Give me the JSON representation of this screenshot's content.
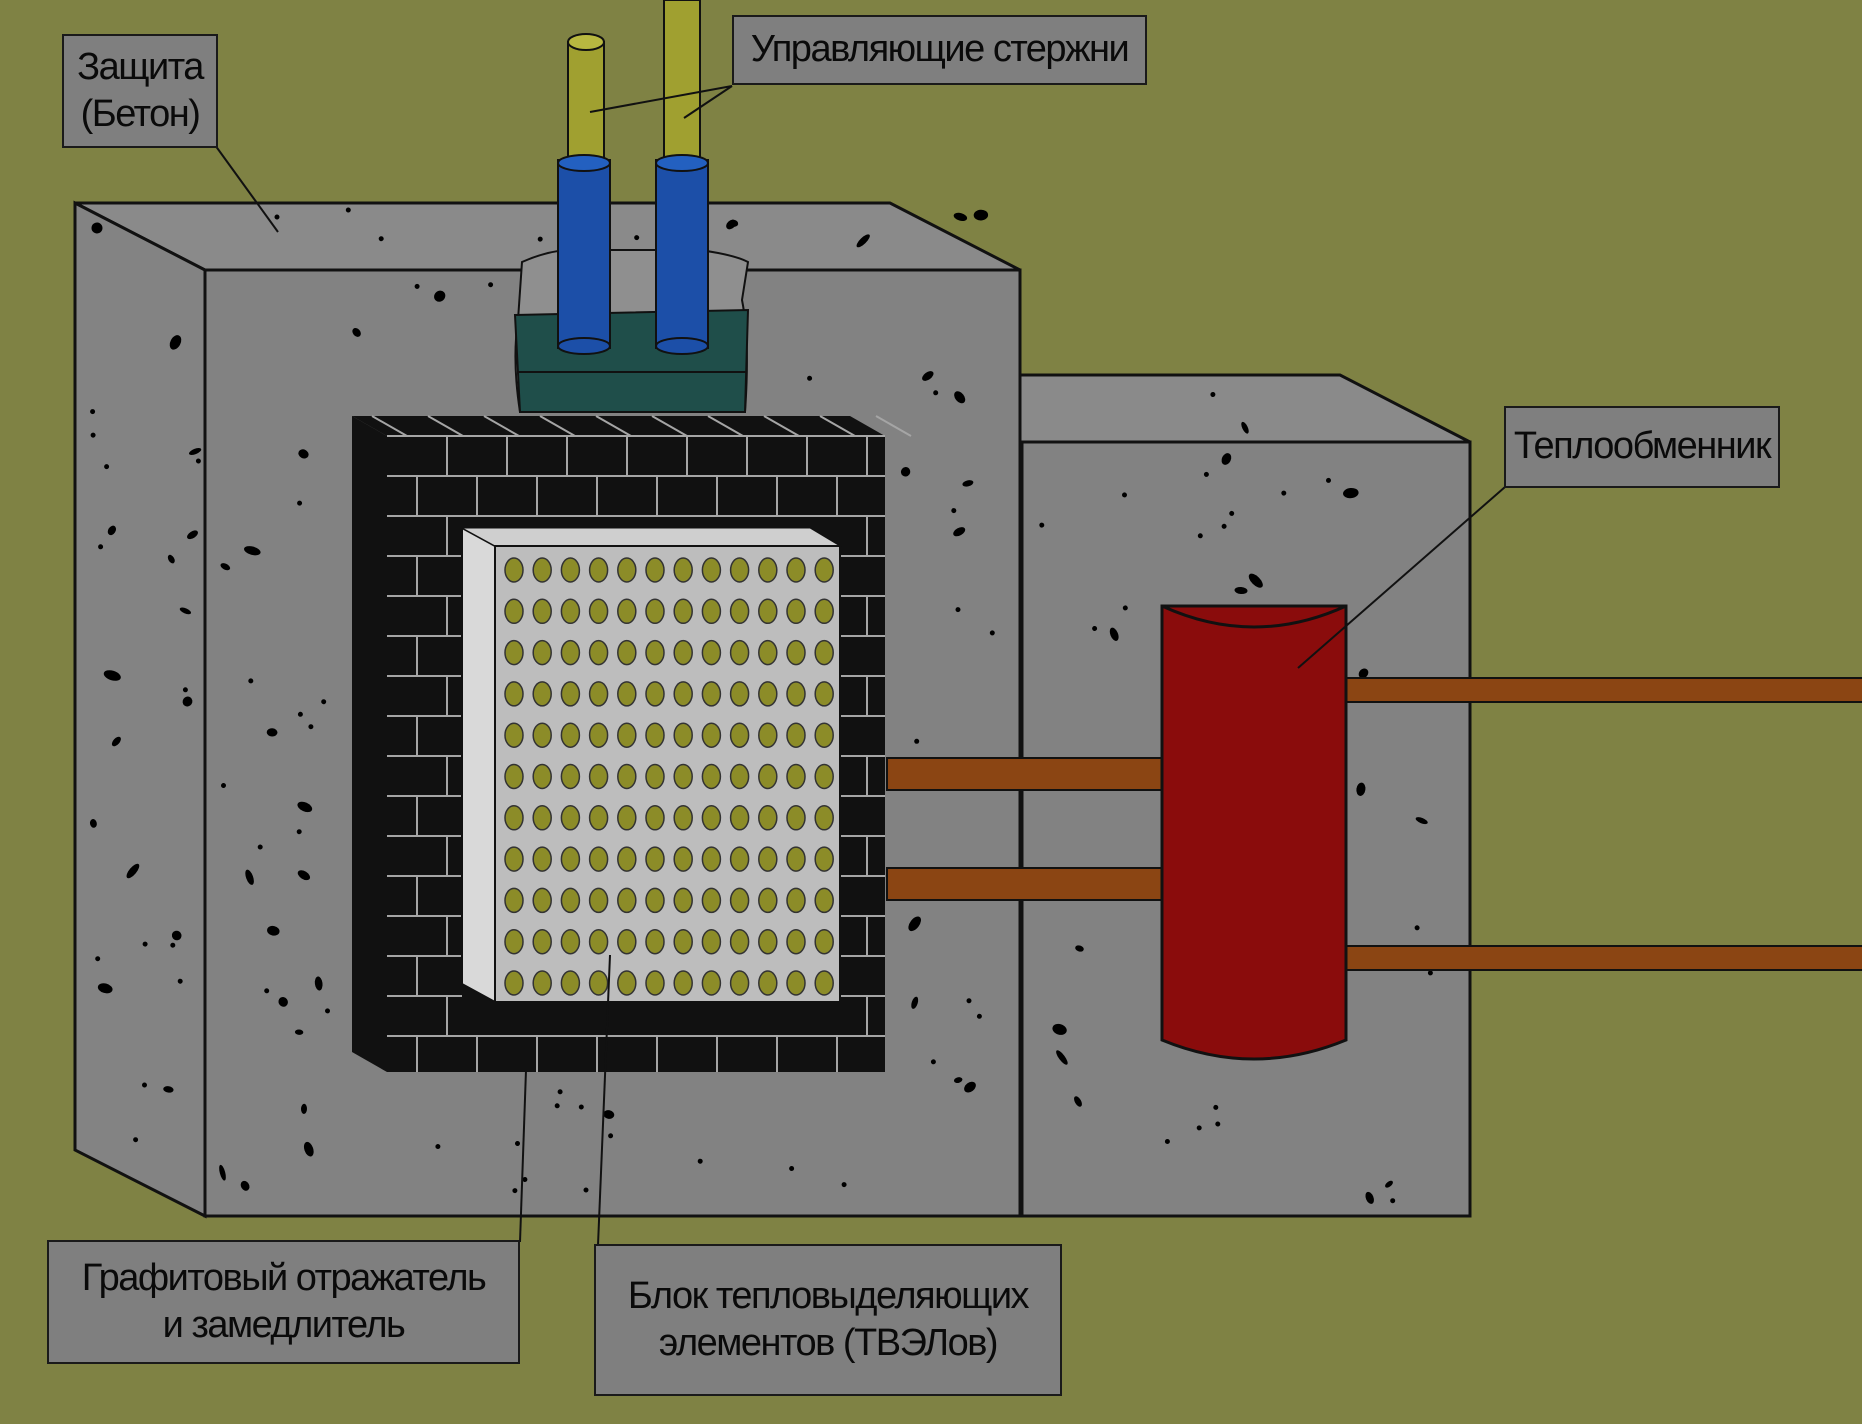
{
  "labels": {
    "shield": [
      "Защита",
      "(Бетон)"
    ],
    "control_rods": "Управляющие стержни",
    "heat_exchanger": "Теплообменник",
    "graphite": [
      "Графитовый отражатель",
      "и замедлитель"
    ],
    "fuel_block": [
      "Блок тепловыделяющих",
      "элементов (ТВЭЛов)"
    ]
  },
  "colors": {
    "background": "#7f8244",
    "concrete": "#828282",
    "concrete_dark": "#747474",
    "graphite_brick": "#111111",
    "mortar": "#9a9a9a",
    "fuel_block_face": "#bdbdbd",
    "fuel_block_side": "#d9d9d9",
    "fuel_pellet": "#8c8c28",
    "control_rod": "#a0a030",
    "rod_sleeve": "#1c4fa8",
    "rod_channel": "#1f4e4a",
    "heat_exchanger": "#8a0c0c",
    "pipe": "#8b4513"
  },
  "fuel_grid": {
    "rows": 11,
    "cols": 12
  }
}
